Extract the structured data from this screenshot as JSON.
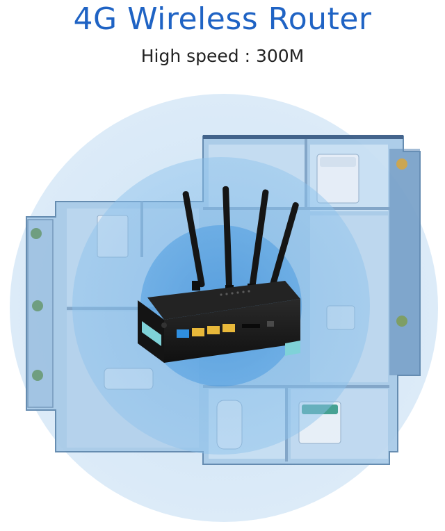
{
  "header": {
    "title": "4G Wireless Router",
    "subtitle": "High speed : 300M"
  },
  "colors": {
    "title": "#1f63c4",
    "coverage_outer": "#d8e9f7",
    "coverage_mid": "#7fb8e6",
    "coverage_inner": "#3b8fd8",
    "router_body": "#1b1b1b",
    "lan_port": "#e8b83a",
    "wan_port": "#2f8fe0"
  },
  "icons": [
    "floor-plan-illustration",
    "router-device",
    "antenna"
  ]
}
